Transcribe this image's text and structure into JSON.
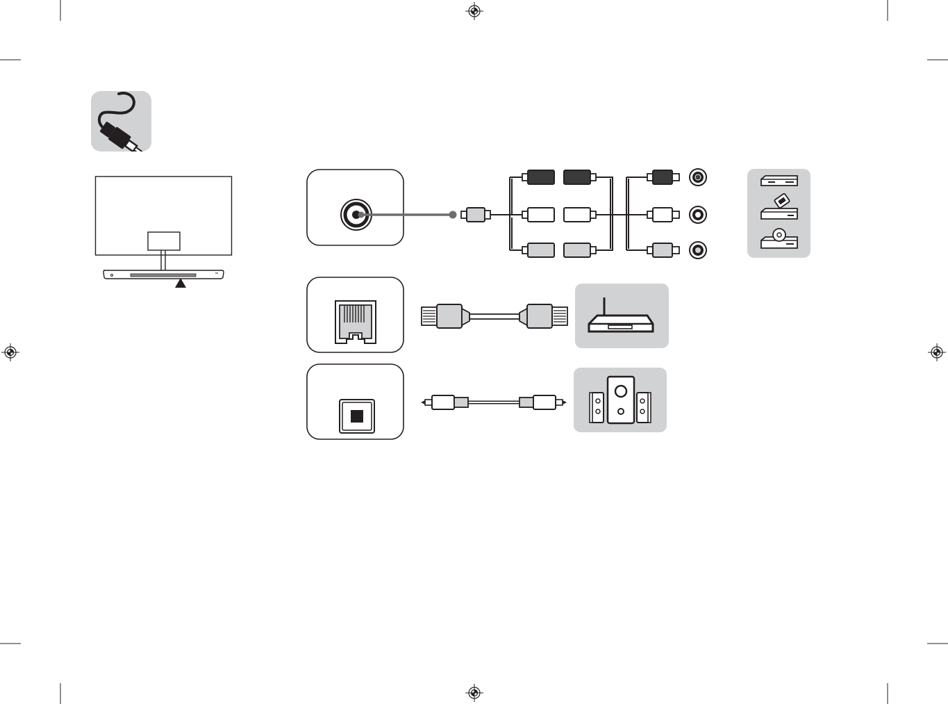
{
  "page": {
    "background": "#ffffff",
    "line_color": "#231f20",
    "panel_color": "#d1d2d4",
    "dark_plug_color": "#3a3a3a"
  },
  "crop_marks": [
    "crop-mark-top-left",
    "crop-mark-top-right",
    "crop-mark-bottom-left",
    "crop-mark-bottom-right"
  ],
  "registration_marks": [
    "registration-mark-top",
    "registration-mark-bottom",
    "registration-mark-left",
    "registration-mark-right"
  ],
  "header_icon": {
    "icon": "cable-plug-icon"
  },
  "tv": {
    "icon": "tv-rear-view-icon",
    "pointer": "up-arrow-icon"
  },
  "rows": [
    {
      "port_icon": "av-in-jack-icon",
      "cable_icon": "av-composite-cable-icon",
      "plug_colors": [
        "dark",
        "light",
        "light"
      ],
      "device_icons": [
        "vcr-icon",
        "camcorder-icon",
        "dvd-player-icon"
      ]
    },
    {
      "port_icon": "lan-port-icon",
      "cable_icon": "lan-cable-icon",
      "device_icons": [
        "router-icon"
      ]
    },
    {
      "port_icon": "optical-port-icon",
      "cable_icon": "optical-cable-icon",
      "device_icons": [
        "speaker-system-icon"
      ]
    }
  ]
}
